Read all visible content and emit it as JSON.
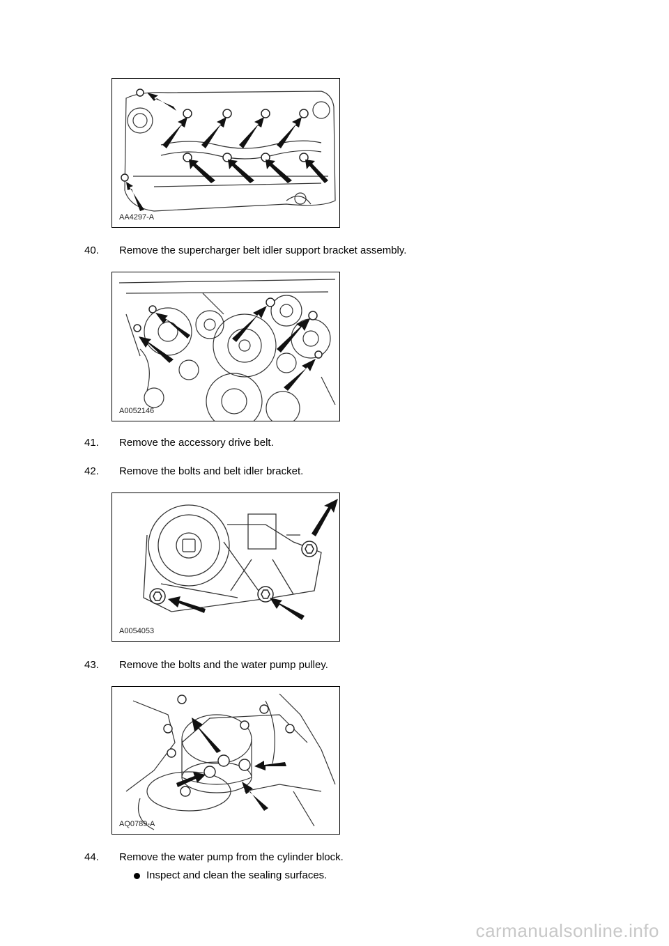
{
  "figures": [
    {
      "code": "AA4297-A"
    },
    {
      "code": "A0052146"
    },
    {
      "code": "A0054053"
    },
    {
      "code": "AQ0789-A"
    }
  ],
  "steps": [
    {
      "num": "40.",
      "text": "Remove the supercharger belt idler support bracket assembly."
    },
    {
      "num": "41.",
      "text": "Remove the accessory drive belt."
    },
    {
      "num": "42.",
      "text": "Remove the bolts and belt idler bracket."
    },
    {
      "num": "43.",
      "text": "Remove the bolts and the water pump pulley."
    },
    {
      "num": "44.",
      "text": "Remove the water pump from the cylinder block."
    }
  ],
  "bullets": [
    {
      "text": "Inspect and clean the sealing surfaces."
    }
  ],
  "watermark": "carmanualsonline.info"
}
